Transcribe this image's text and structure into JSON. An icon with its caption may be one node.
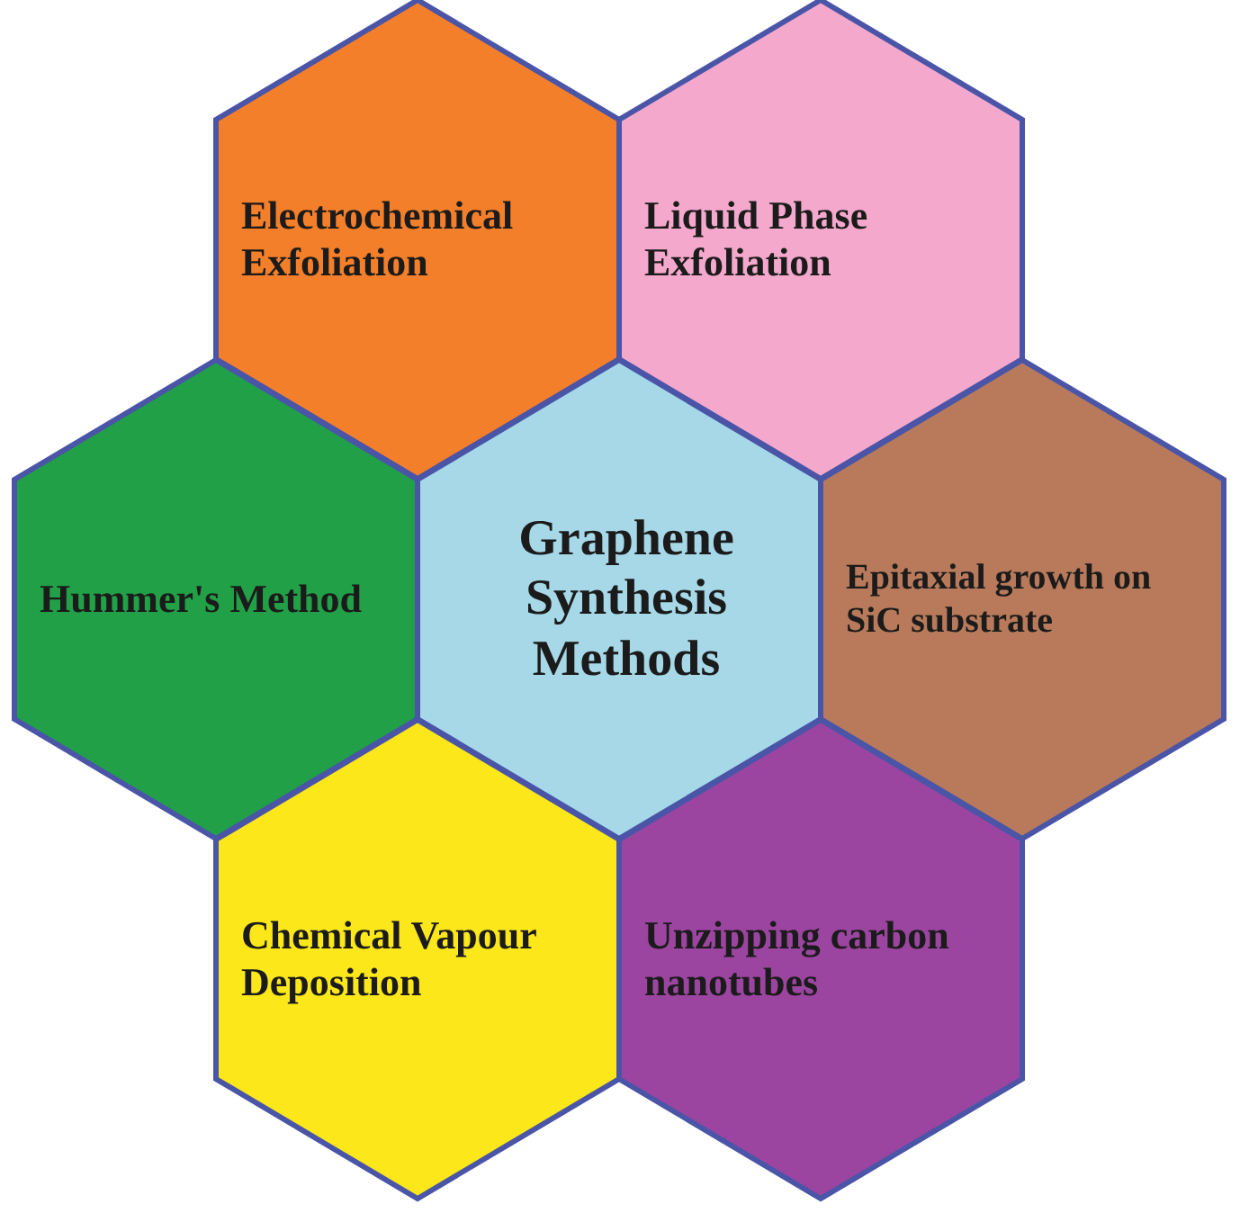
{
  "diagram": {
    "nodes": [
      {
        "text": [
          "Electrochemical Exfoliation"
        ]
      },
      {
        "text": [
          "Liquid Phase Exfoliation"
        ]
      },
      {
        "text": [
          "Hummer's Method"
        ]
      },
      {
        "text": [
          "Graphene Synthesis Methods"
        ]
      },
      {
        "text": [
          "Epitaxial growth on SiC substrate"
        ]
      },
      {
        "text": [
          "Chemical Vapour Deposition"
        ]
      },
      {
        "text": [
          "Unzipping carbon nanotubes"
        ]
      }
    ]
  }
}
